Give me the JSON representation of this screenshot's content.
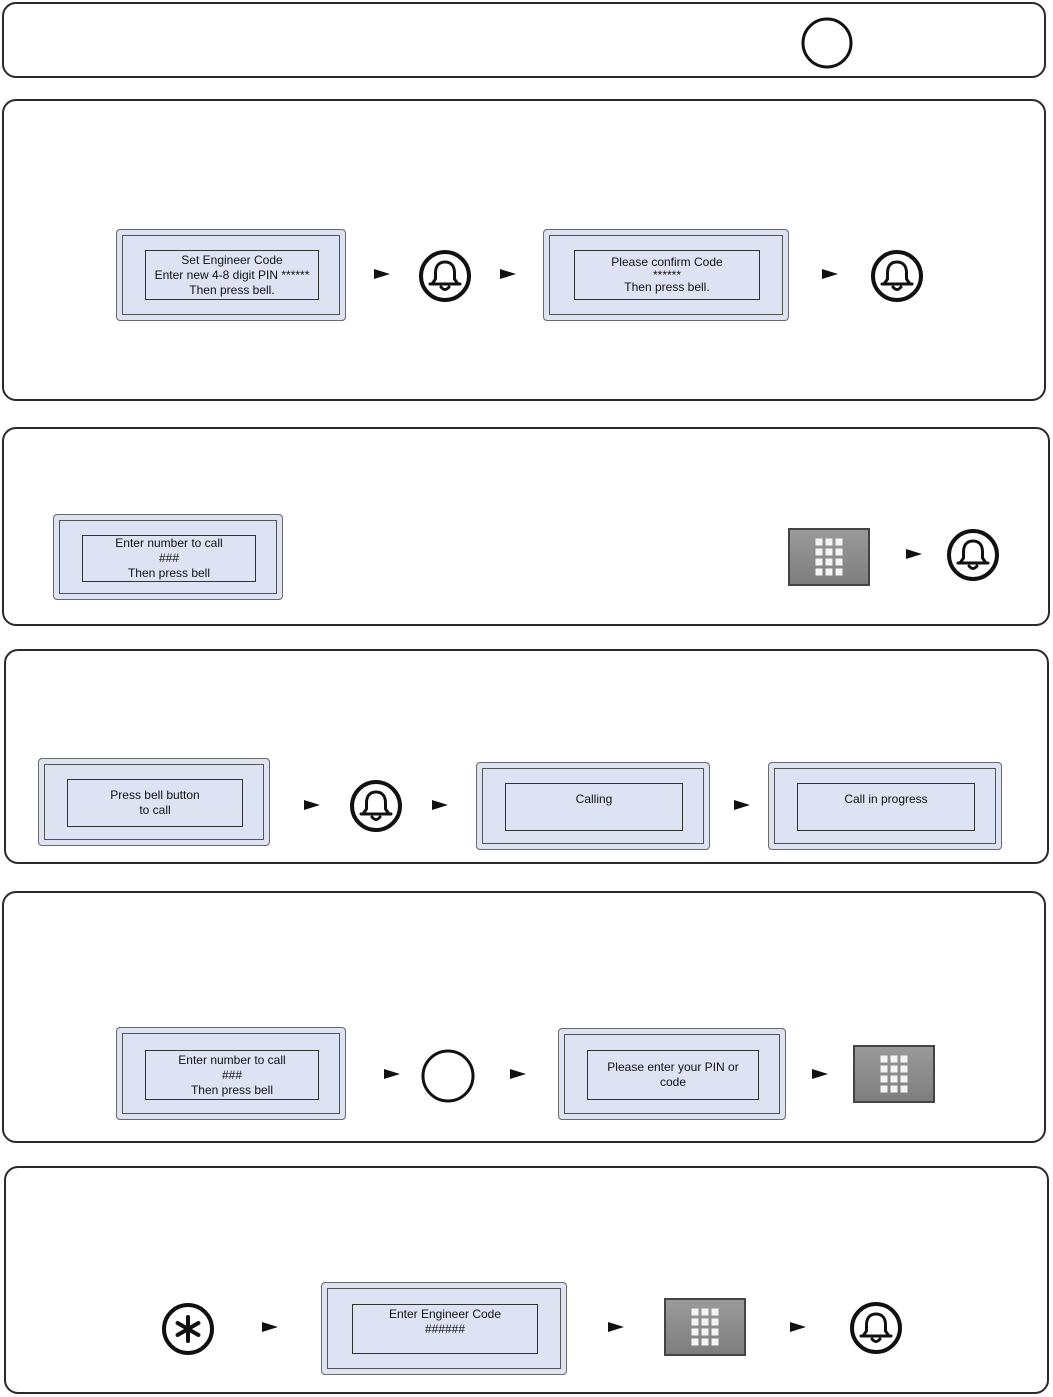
{
  "row1": {},
  "row2": {
    "lcd1": {
      "lines": [
        "Set Engineer Code",
        "Enter new 4-8 digit PIN ******",
        "Then press bell."
      ]
    },
    "lcd2": {
      "lines": [
        "Please confirm Code",
        "******",
        "Then press bell."
      ]
    }
  },
  "row3": {
    "lcd1": {
      "lines": [
        "Enter number to call",
        "###",
        "Then press bell"
      ]
    }
  },
  "row4": {
    "lcd1": {
      "lines": [
        "Press bell button",
        "to call"
      ]
    },
    "lcd2": {
      "lines": [
        "Calling"
      ]
    },
    "lcd3": {
      "lines": [
        "Call in progress"
      ]
    }
  },
  "row5": {
    "lcd1": {
      "lines": [
        "Enter number to call",
        "###",
        "Then press bell"
      ]
    },
    "lcd2": {
      "lines": [
        "Please enter your PIN or",
        "code"
      ]
    }
  },
  "row6": {
    "lcd1": {
      "lines": [
        "Enter Engineer Code",
        "######"
      ]
    }
  },
  "icons": {
    "bell": "bell-icon",
    "keypad": "keypad-icon",
    "star": "star-key-icon",
    "circle": "circle-button-icon"
  }
}
